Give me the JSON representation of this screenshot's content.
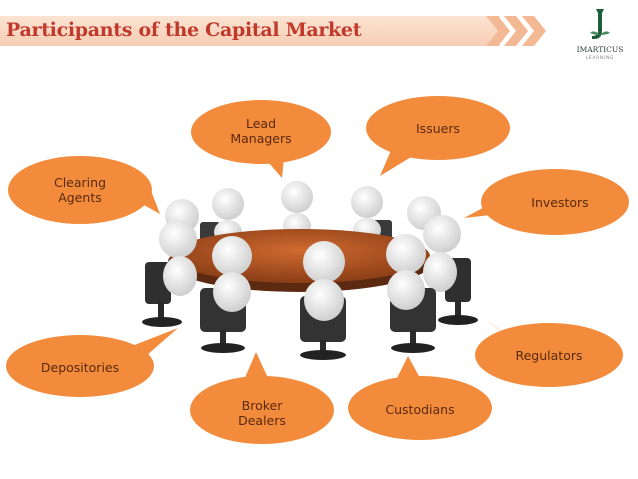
{
  "title": "Participants of the Capital Market",
  "logo": {
    "name": "IMARTICUS",
    "tagline": "LEARNING",
    "icon": "logo-icon"
  },
  "participants": {
    "lead_managers": "Lead\nManagers",
    "issuers": "Issuers",
    "clearing_agents": "Clearing\nAgents",
    "investors": "Investors",
    "regulators": "Regulators",
    "depositories": "Depositories",
    "broker_dealers": "Broker\nDealers",
    "custodians": "Custodians"
  },
  "colors": {
    "bubble": "#f28b3c",
    "title_text": "#c0392b",
    "title_bar": "#f9d9c4",
    "table": "#b45a2a"
  }
}
